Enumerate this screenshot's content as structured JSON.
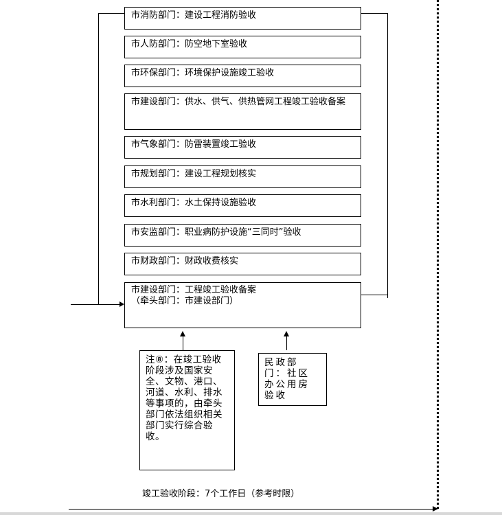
{
  "steps": [
    "市消防部门：建设工程消防验收",
    "市人防部门：防空地下室验收",
    "市环保部门：环境保护设施竣工验收",
    "市建设部门：供水、供气、供热管网工程竣工验收备案",
    "市气象部门：防雷装置竣工验收",
    "市规划部门：建设工程规划核实",
    "市水利部门：水土保持设施验收",
    "市安监部门：职业病防护设施“三同时”验收",
    "市财政部门：财政收费核实"
  ],
  "lead": {
    "line1": "市建设部门：工程竣工验收备案",
    "line2": "（牵头部门：市建设部门）"
  },
  "note": "注⑧：在竣工验收阶段涉及国家安全、文物、港口、河道、水利、排水等事项的，由牵头部门依法组织相关部门实行综合验收。",
  "civil": "民政部门：社区办公用房验收",
  "caption": "竣工验收阶段：7个工作日（参考时限）"
}
